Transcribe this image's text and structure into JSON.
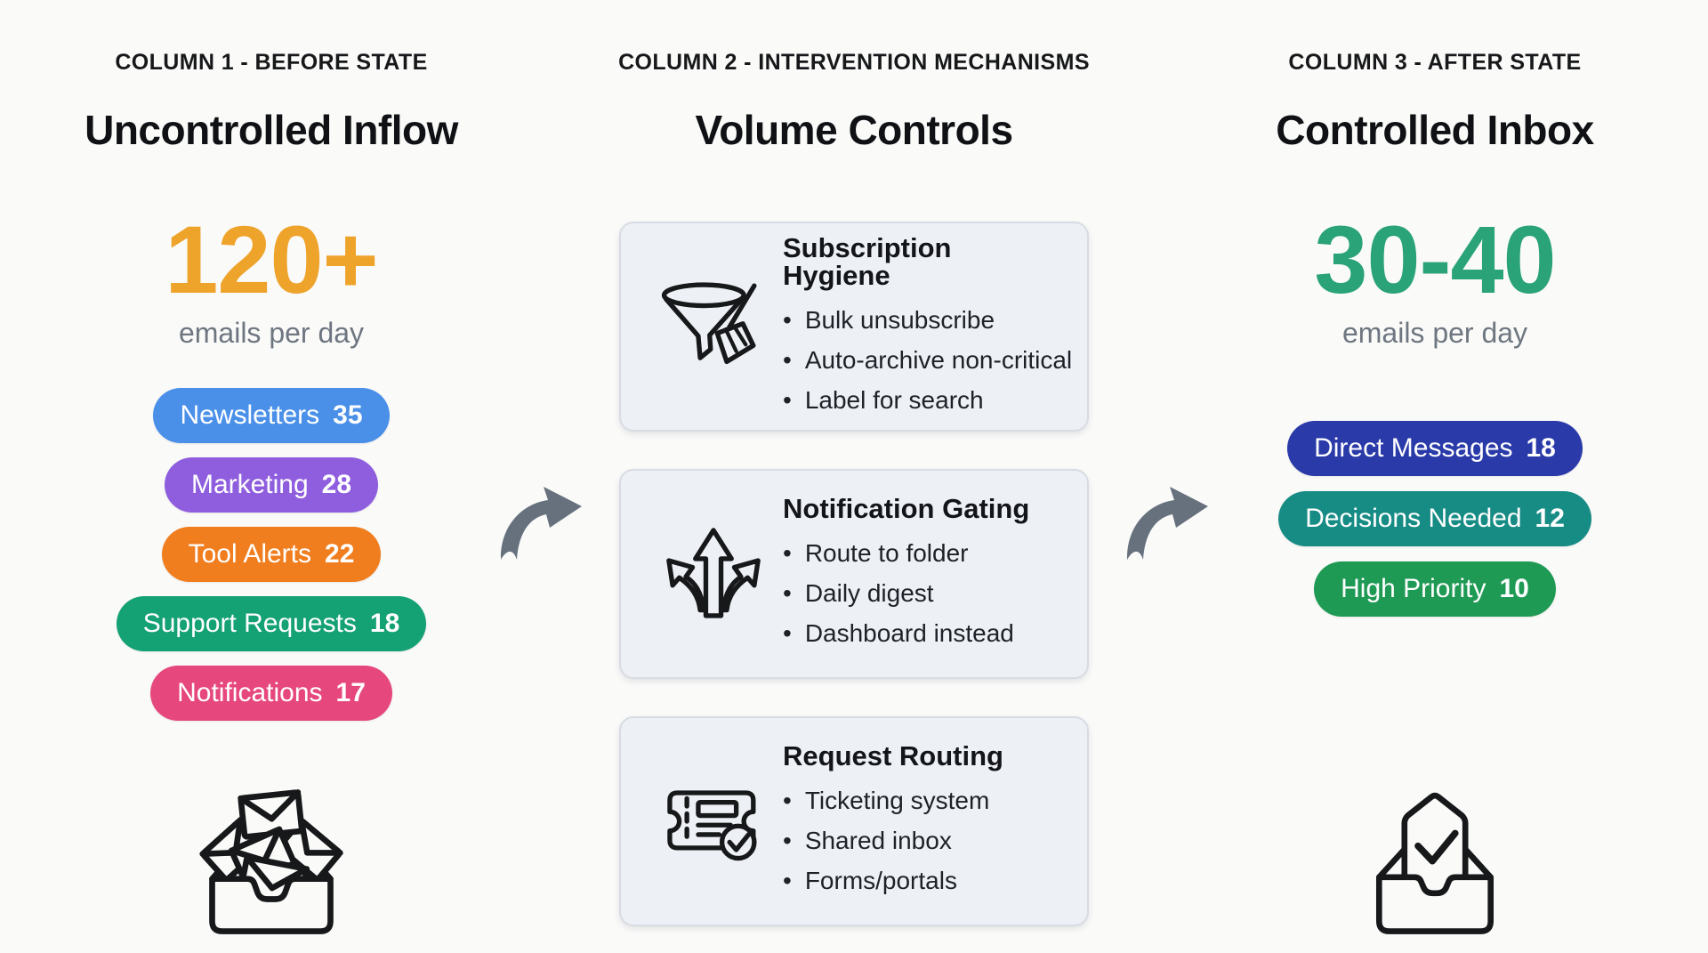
{
  "columns": [
    {
      "eyebrow": "COLUMN 1 - BEFORE STATE",
      "title": "Uncontrolled Inflow",
      "metric": {
        "value": "120+",
        "caption": "emails per day",
        "color": "#EEA32B"
      },
      "pills": [
        {
          "label": "Newsletters",
          "count": "35",
          "color": "#4A90E8"
        },
        {
          "label": "Marketing",
          "count": "28",
          "color": "#8F5EDE"
        },
        {
          "label": "Tool Alerts",
          "count": "22",
          "color": "#F07D1E"
        },
        {
          "label": "Support Requests",
          "count": "18",
          "color": "#14A173"
        },
        {
          "label": "Notifications",
          "count": "17",
          "color": "#E6487E"
        }
      ],
      "icon": "overflowing-inbox"
    },
    {
      "eyebrow": "COLUMN 2 - INTERVENTION MECHANISMS",
      "title": "Volume Controls",
      "cards": [
        {
          "icon": "funnel-broom",
          "title": "Subscription Hygiene",
          "bullets": [
            "Bulk unsubscribe",
            "Auto-archive non-critical",
            "Label for search"
          ]
        },
        {
          "icon": "branch-arrows",
          "title": "Notification Gating",
          "bullets": [
            "Route to folder",
            "Daily digest",
            "Dashboard instead"
          ]
        },
        {
          "icon": "ticket-check",
          "title": "Request Routing",
          "bullets": [
            "Ticketing system",
            "Shared inbox",
            "Forms/portals"
          ]
        }
      ]
    },
    {
      "eyebrow": "COLUMN 3 - AFTER STATE",
      "title": "Controlled Inbox",
      "metric": {
        "value": "30-40",
        "caption": "emails per day",
        "color": "#29A377"
      },
      "pills": [
        {
          "label": "Direct Messages",
          "count": "18",
          "color": "#2A3AA8"
        },
        {
          "label": "Decisions Needed",
          "count": "12",
          "color": "#178C85"
        },
        {
          "label": "High Priority",
          "count": "10",
          "color": "#1F9A55"
        }
      ],
      "icon": "inbox-check"
    }
  ],
  "arrows": {
    "color": "#67717E"
  }
}
